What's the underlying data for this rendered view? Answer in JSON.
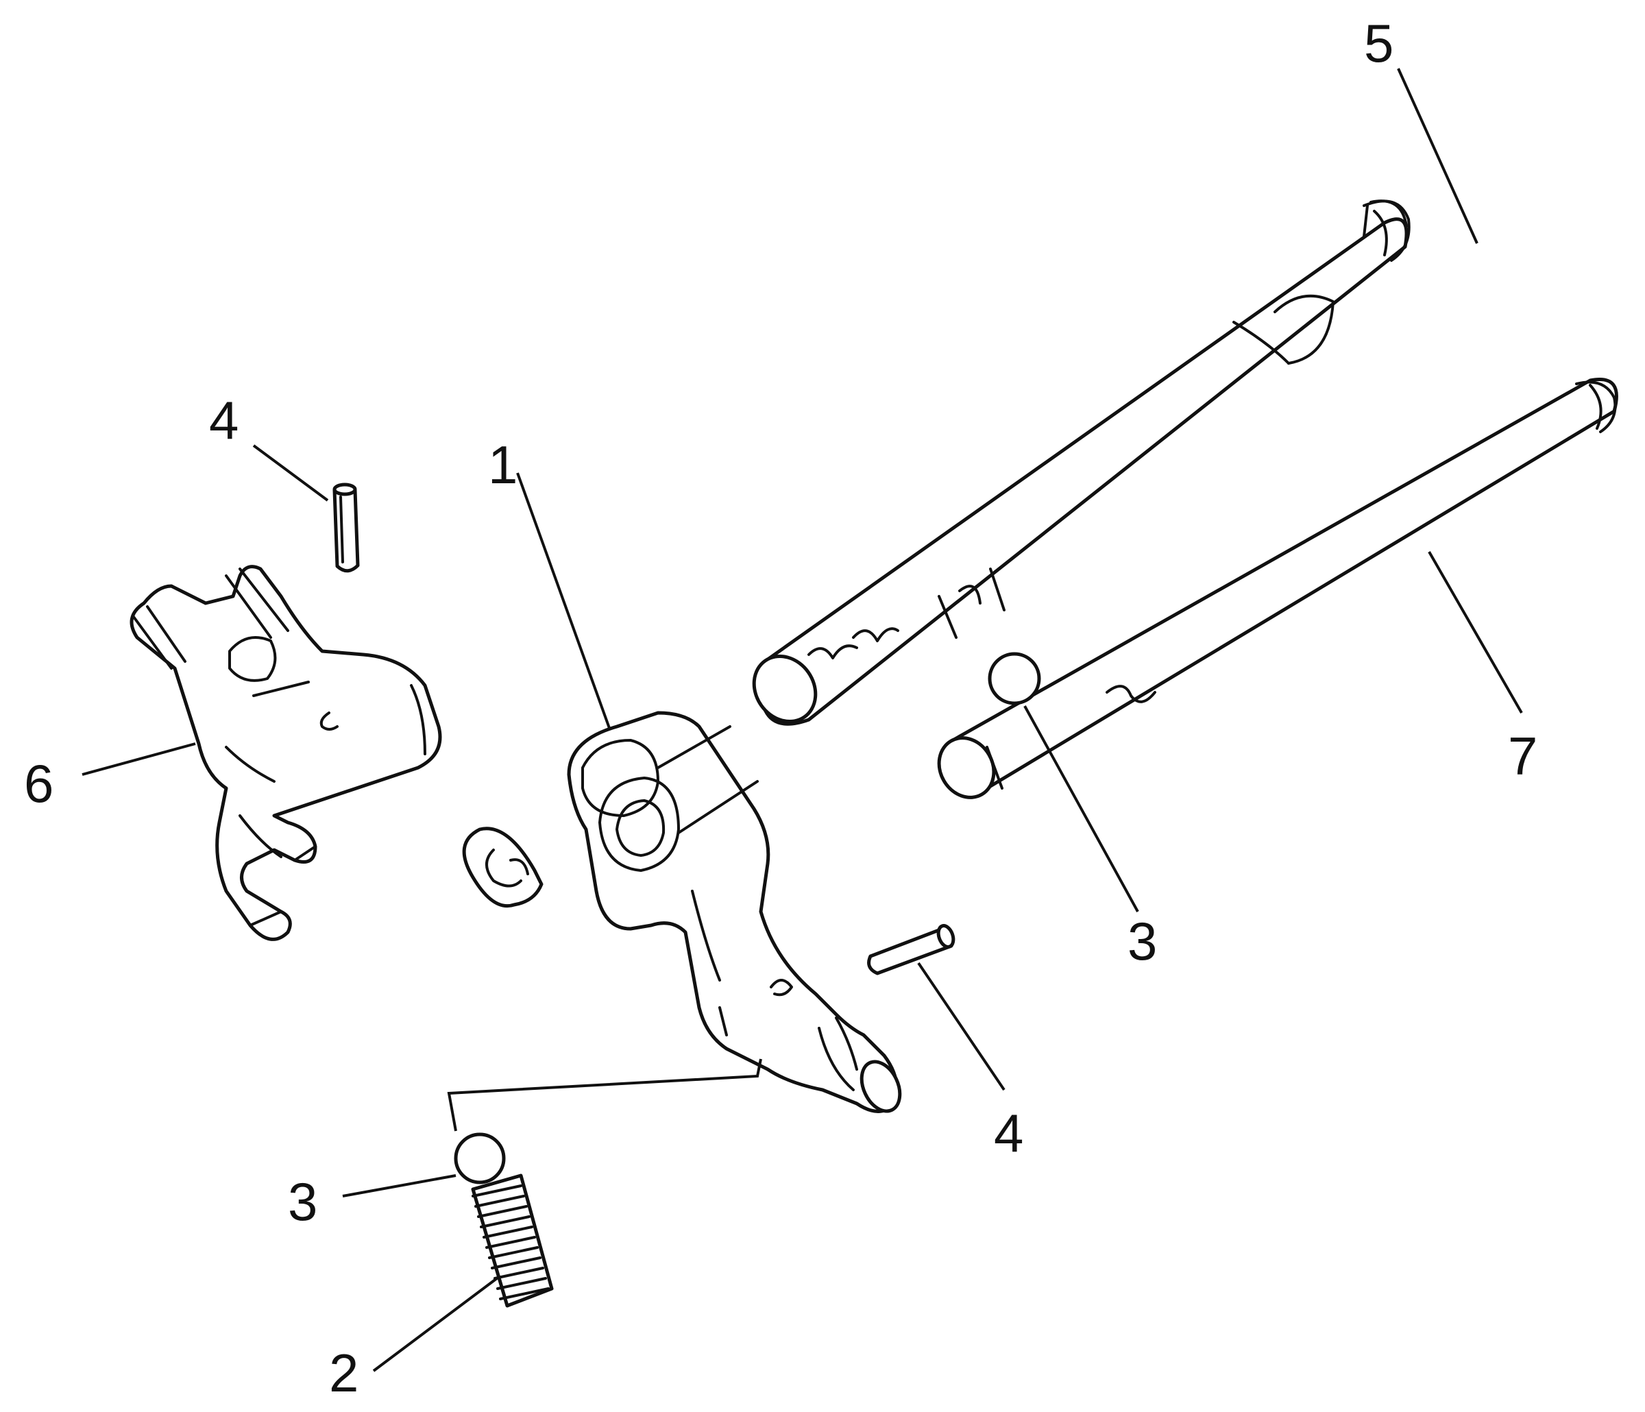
{
  "callouts": {
    "fork": "1",
    "spring": "2",
    "ball_lower": "3",
    "ball_upper": "3",
    "pin_upper": "4",
    "pin_lower": "4",
    "shaft_upper": "5",
    "bracket": "6",
    "shaft_lower": "7"
  }
}
